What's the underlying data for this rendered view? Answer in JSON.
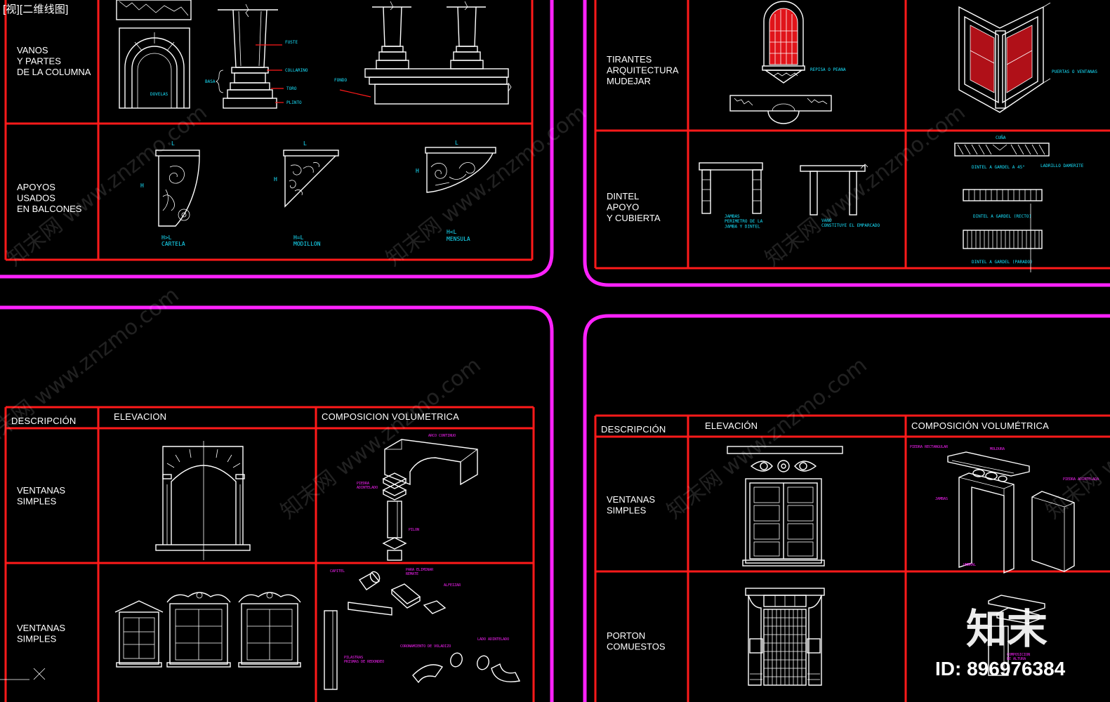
{
  "window": {
    "title": "[视][二维线图]"
  },
  "top_left": {
    "rows": [
      {
        "label": "VANOS\nY PARTES\nDE LA COLUMNA"
      },
      {
        "label": "APOYOS\nUSADOS\nEN BALCONES"
      }
    ],
    "callouts": {
      "dovelas": "DOVELAS",
      "fuste": "FUSTE",
      "collarino": "COLLARINO",
      "toro": "TORO",
      "plinto": "PLINTO",
      "basa": "BASA",
      "fondo": "FONDO"
    },
    "supports": [
      {
        "dim_l": "L",
        "dim_h": "H",
        "caption1": "H>L",
        "caption2": "CARTELA"
      },
      {
        "dim_l": "L",
        "dim_h": "H",
        "caption1": "H=L",
        "caption2": "MODILLON"
      },
      {
        "dim_l": "L",
        "dim_h": "H",
        "caption1": "H<L",
        "caption2": "MENSULA"
      }
    ]
  },
  "top_right": {
    "rows": [
      {
        "label": "TIRANTES\nARQUITECTURA\nMUDEJAR"
      },
      {
        "label": "DINTEL\nAPOYO\nY CUBIERTA"
      }
    ],
    "callouts": {
      "repisa": "REPISA O PEANA",
      "puertas": "PUERTAS O VENTANAS",
      "cuna": "CUÑA",
      "dintel_gardel_45": "DINTEL A GARDEL A 45°",
      "ladrillo": "LADRILLO DAMERITE",
      "dintel_gardel_recto": "DINTEL A GARDEL (RECTO)",
      "dintel_gardel_parado": "DINTEL A GARDEL (PARADO)",
      "jambas": "JAMBAS\nPERIMETRO DE LA\nJAMBA Y DINTEL",
      "vano": "VANO\nCONSTITUYE EL EMPARCADO"
    }
  },
  "bottom_left": {
    "headers": [
      "DESCRIPCIÓN",
      "ELEVACION",
      "COMPOSICION VOLUMETRICA"
    ],
    "rows": [
      {
        "label": "VENTANAS\nSIMPLES"
      },
      {
        "label": "VENTANAS\nSIMPLES"
      }
    ],
    "callouts": {
      "arco": "ARCO CONTINUO",
      "piedra": "PIEDRA\nADINTELADO",
      "pilon": "PILON",
      "capitel": "CAPITEL",
      "remate": "PARA ELIMINAR\nREMATE",
      "alfeizar": "ALFEIZAR",
      "ladrillo": "LADO ADINTELADO",
      "pilastra": "PILASTRAS\nPRISMAS DE REDONDEO",
      "coronamiento": "CORONAMIENTO DE VOLADIZO"
    }
  },
  "bottom_right": {
    "headers": [
      "DESCRIPCIÓN",
      "ELEVACIÓN",
      "COMPOSICIÓN VOLUMÉTRICA"
    ],
    "rows": [
      {
        "label": "VENTANAS\nSIMPLES"
      },
      {
        "label": "PORTON\nCOMUESTOS"
      }
    ],
    "callouts": {
      "piedra": "PIEDRA RECTANGULAR",
      "moldura": "MOLDURA",
      "piedra_adint": "PIEDRA ADINTELADA",
      "jambas": "JAMBAS",
      "umbral": "UMBRAL",
      "comp": "COMPOSICION\nDE ALTURA"
    }
  },
  "watermark": {
    "text": "知末网 www.znzmo.com",
    "logo": "知末",
    "id_text": "ID: 896976384"
  },
  "colors": {
    "background": "#000000",
    "grid_red": "#ff1a1a",
    "frame_magenta": "#ff22ff",
    "text_white": "#ffffff",
    "callout_cyan": "#19e3ff"
  }
}
